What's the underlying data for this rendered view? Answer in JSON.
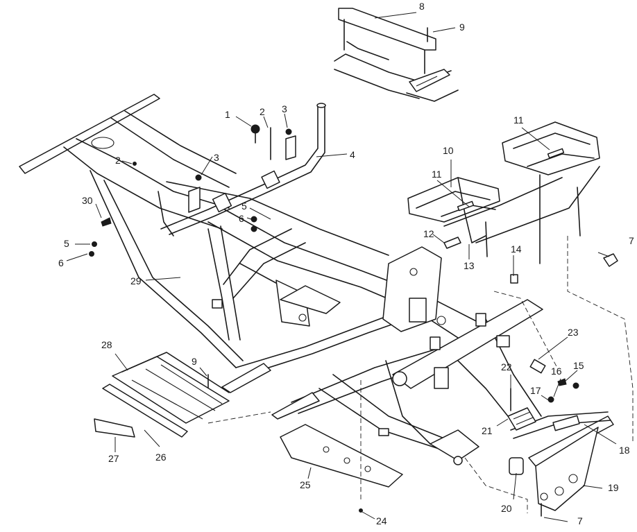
{
  "diagram": {
    "callouts": [
      {
        "id": "c1",
        "text": "1"
      },
      {
        "id": "c2a",
        "text": "2"
      },
      {
        "id": "c2b",
        "text": "2"
      },
      {
        "id": "c3a",
        "text": "3"
      },
      {
        "id": "c3b",
        "text": "3"
      },
      {
        "id": "c4",
        "text": "4"
      },
      {
        "id": "c5a",
        "text": "5"
      },
      {
        "id": "c5b",
        "text": "5"
      },
      {
        "id": "c6a",
        "text": "6"
      },
      {
        "id": "c6b",
        "text": "6"
      },
      {
        "id": "c7a",
        "text": "7"
      },
      {
        "id": "c7b",
        "text": "7"
      },
      {
        "id": "c8",
        "text": "8"
      },
      {
        "id": "c9a",
        "text": "9"
      },
      {
        "id": "c9b",
        "text": "9"
      },
      {
        "id": "c10",
        "text": "10"
      },
      {
        "id": "c11a",
        "text": "11"
      },
      {
        "id": "c11b",
        "text": "11"
      },
      {
        "id": "c12",
        "text": "12"
      },
      {
        "id": "c13",
        "text": "13"
      },
      {
        "id": "c14",
        "text": "14"
      },
      {
        "id": "c15",
        "text": "15"
      },
      {
        "id": "c16",
        "text": "16"
      },
      {
        "id": "c17",
        "text": "17"
      },
      {
        "id": "c18",
        "text": "18"
      },
      {
        "id": "c19",
        "text": "19"
      },
      {
        "id": "c20",
        "text": "20"
      },
      {
        "id": "c21",
        "text": "21"
      },
      {
        "id": "c22",
        "text": "22"
      },
      {
        "id": "c23",
        "text": "23"
      },
      {
        "id": "c24",
        "text": "24"
      },
      {
        "id": "c25",
        "text": "25"
      },
      {
        "id": "c26",
        "text": "26"
      },
      {
        "id": "c27",
        "text": "27"
      },
      {
        "id": "c28",
        "text": "28"
      },
      {
        "id": "c29",
        "text": "29"
      },
      {
        "id": "c30",
        "text": "30"
      }
    ]
  }
}
